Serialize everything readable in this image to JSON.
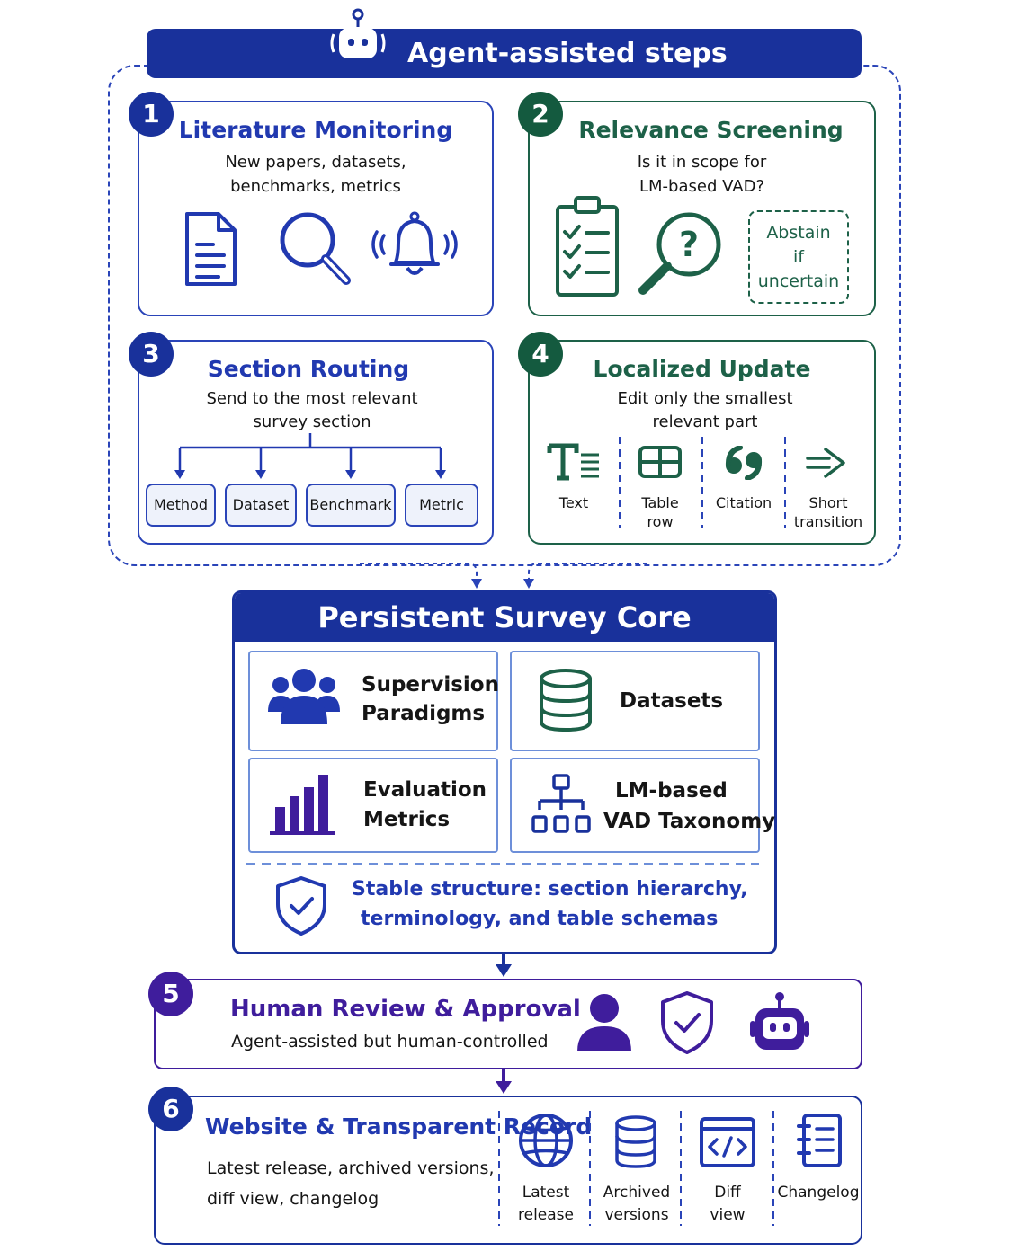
{
  "header": {
    "title": "Agent-assisted steps"
  },
  "colors": {
    "navy": "#19319b",
    "blue": "#2a44b8",
    "green": "#1d6148",
    "purple": "#3f1d9c",
    "light_blue": "#6d8fd9"
  },
  "steps": {
    "literature": {
      "number": "1",
      "title": "Literature Monitoring",
      "desc": [
        "New papers, datasets,",
        "benchmarks, metrics"
      ],
      "icons": [
        "document-icon",
        "magnifier-icon",
        "bell-icon"
      ]
    },
    "screening": {
      "number": "2",
      "title": "Relevance Screening",
      "desc": [
        "Is it in scope for",
        "LM-based VAD?"
      ],
      "abstain": [
        "Abstain",
        "if",
        "uncertain"
      ],
      "icons": [
        "clipboard-check-icon",
        "question-magnifier-icon"
      ]
    },
    "routing": {
      "number": "3",
      "title": "Section Routing",
      "desc": [
        "Send to the most relevant",
        "survey section"
      ],
      "targets": [
        "Method",
        "Dataset",
        "Benchmark",
        "Metric"
      ]
    },
    "update": {
      "number": "4",
      "title": "Localized Update",
      "desc": [
        "Edit only the smallest",
        "relevant part"
      ],
      "items": [
        [
          "Text"
        ],
        [
          "Table",
          "row"
        ],
        [
          "Citation"
        ],
        [
          "Short",
          "transition"
        ]
      ],
      "icons": [
        "text-icon",
        "table-icon",
        "quote-icon",
        "arrow-icon"
      ]
    }
  },
  "core": {
    "title": "Persistent Survey Core",
    "cells": [
      [
        "Supervision",
        "Paradigms"
      ],
      [
        "Datasets"
      ],
      [
        "Evaluation",
        "Metrics"
      ],
      [
        "LM-based",
        "VAD Taxonomy"
      ]
    ],
    "icons": [
      "people-icon",
      "database-icon",
      "bar-chart-icon",
      "hierarchy-icon"
    ],
    "stable": [
      "Stable structure: section hierarchy,",
      "terminology, and table schemas"
    ]
  },
  "review": {
    "number": "5",
    "title": "Human Review & Approval",
    "desc": "Agent-assisted but human-controlled",
    "icons": [
      "person-icon",
      "shield-check-icon",
      "robot-icon"
    ]
  },
  "website": {
    "number": "6",
    "title": "Website & Transparent Record",
    "desc": [
      "Latest release, archived versions,",
      "diff view, changelog"
    ],
    "items": [
      [
        "Latest",
        "release"
      ],
      [
        "Archived",
        "versions"
      ],
      [
        "Diff",
        "view"
      ],
      [
        "Changelog"
      ]
    ],
    "icons": [
      "globe-icon",
      "archive-database-icon",
      "code-window-icon",
      "notebook-icon"
    ]
  }
}
